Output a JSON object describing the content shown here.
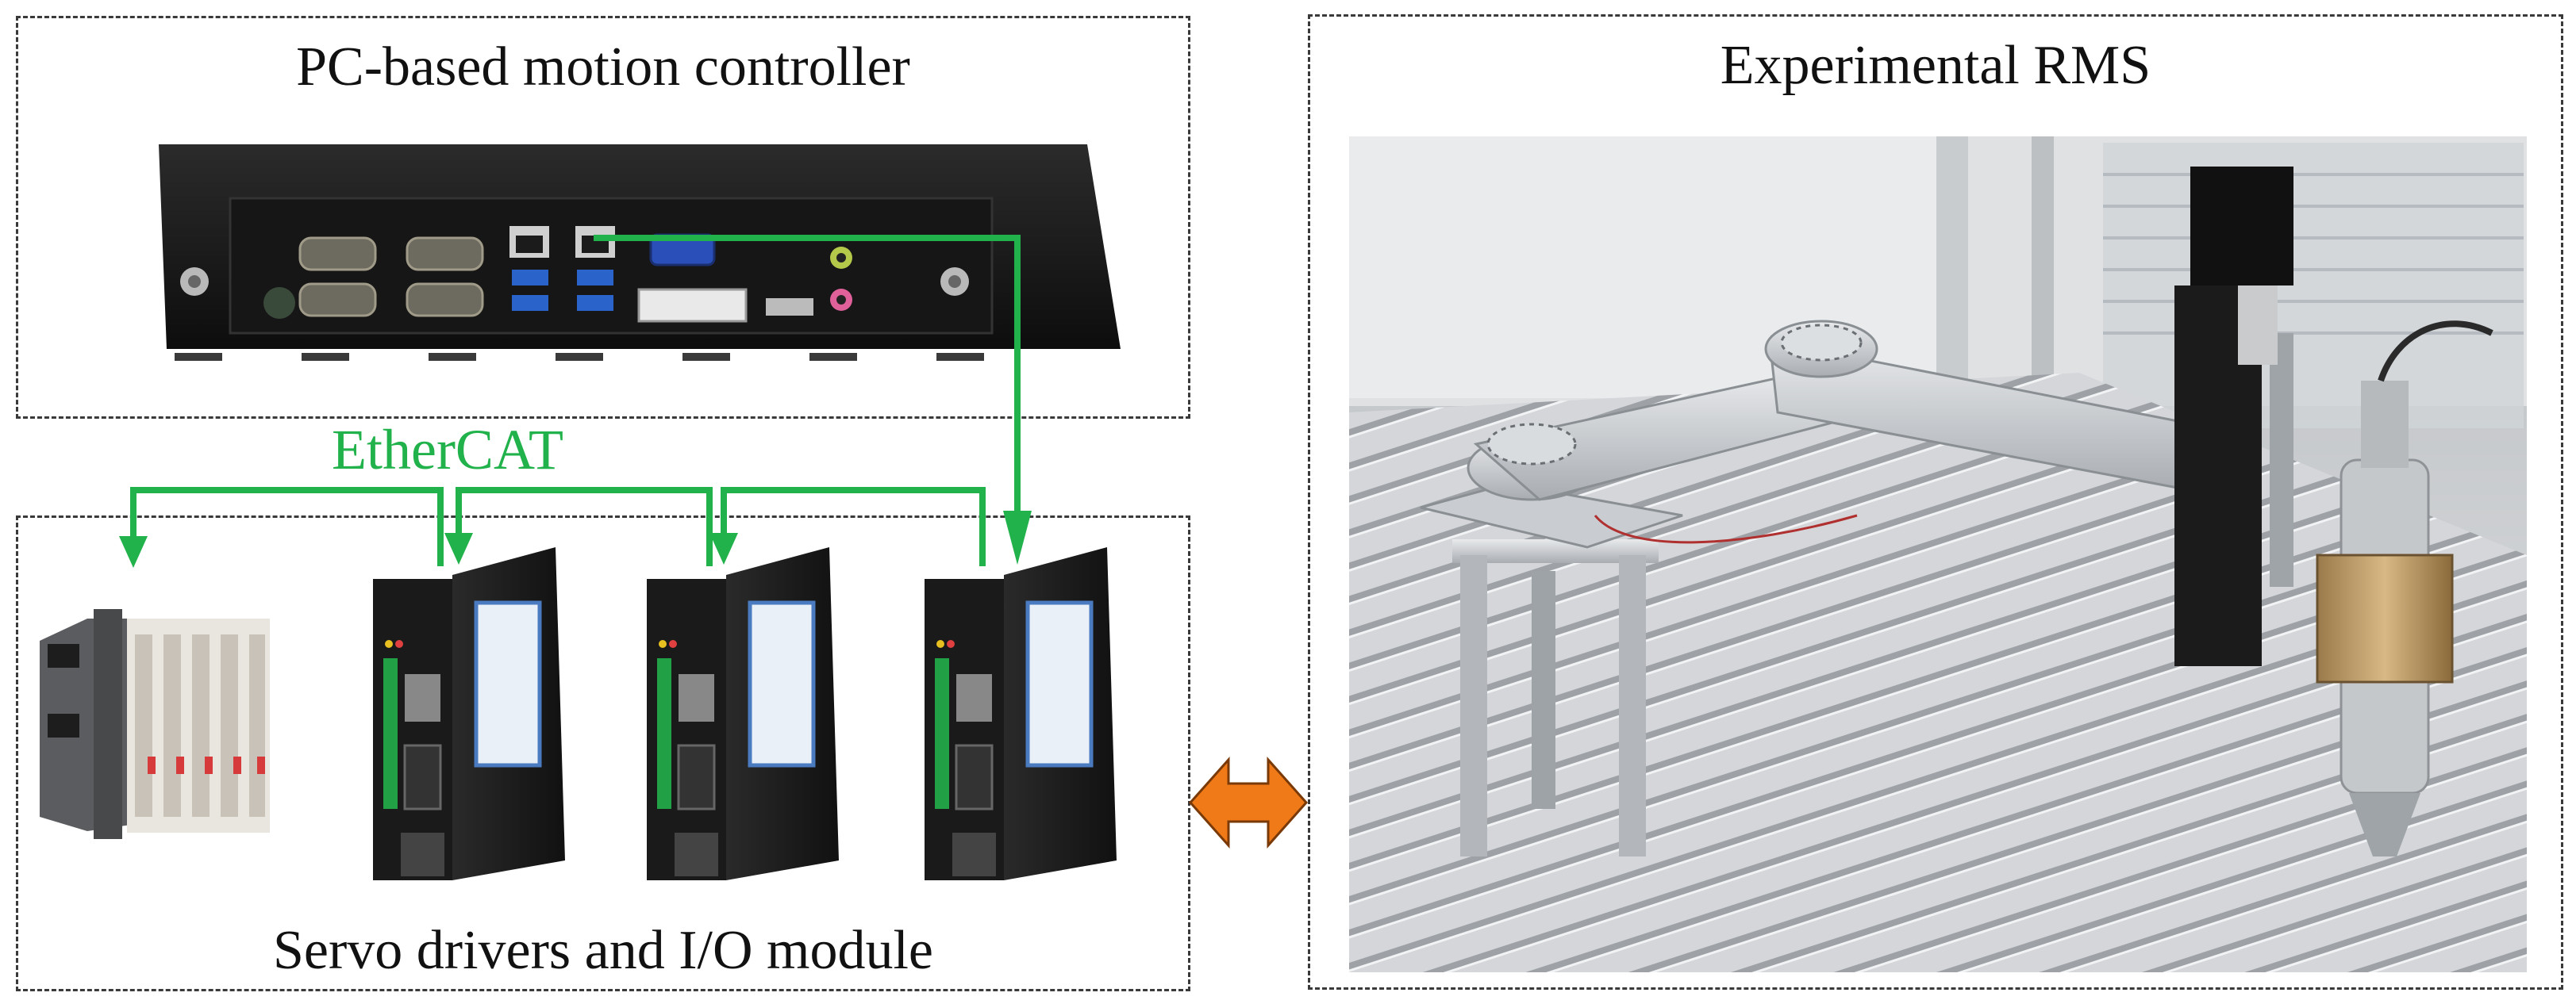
{
  "panels": {
    "controller_title": "PC-based motion controller",
    "servo_title": "Servo drivers and I/O module",
    "rms_title": "Experimental RMS"
  },
  "network": {
    "label": "EtherCAT",
    "color": "#21b24b"
  },
  "arrow": {
    "color": "#f07a18"
  },
  "icons": [
    "pc-controller-icon",
    "io-module-icon",
    "servo-driver-icon",
    "scara-robot-photo",
    "bidirectional-arrow-icon"
  ]
}
